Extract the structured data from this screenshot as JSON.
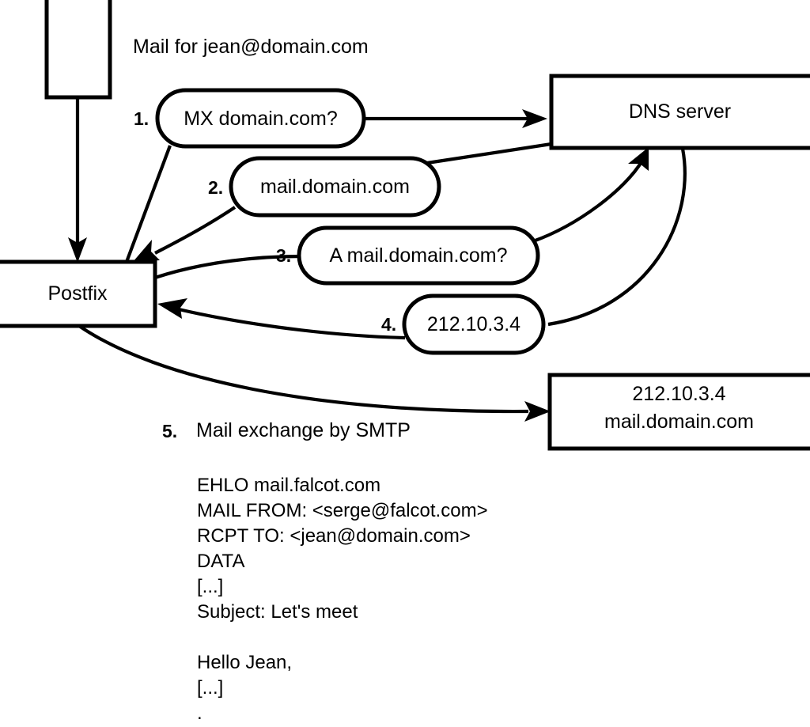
{
  "diagram": {
    "title_caption": "Mail for jean@domain.com",
    "nodes": [
      {
        "id": "sender",
        "label": ""
      },
      {
        "id": "postfix",
        "label": "Postfix"
      },
      {
        "id": "dns",
        "label": "DNS server"
      },
      {
        "id": "mailserver",
        "line1": "212.10.3.4",
        "line2": "mail.domain.com"
      }
    ],
    "steps": [
      {
        "num": "1.",
        "text": "MX domain.com?"
      },
      {
        "num": "2.",
        "text": "mail.domain.com"
      },
      {
        "num": "3.",
        "text": "A mail.domain.com?"
      },
      {
        "num": "4.",
        "text": "212.10.3.4"
      }
    ],
    "step5": {
      "num": "5.",
      "text": "Mail exchange by SMTP"
    },
    "transcript": [
      "EHLO mail.falcot.com",
      "MAIL FROM: <serge@falcot.com>",
      "RCPT TO: <jean@domain.com>",
      "DATA",
      "[...]",
      "Subject: Let's meet",
      "",
      "Hello Jean,",
      "[...]",
      "."
    ],
    "colors": {
      "stroke": "#000000",
      "fill": "#ffffff",
      "text": "#000000"
    }
  }
}
